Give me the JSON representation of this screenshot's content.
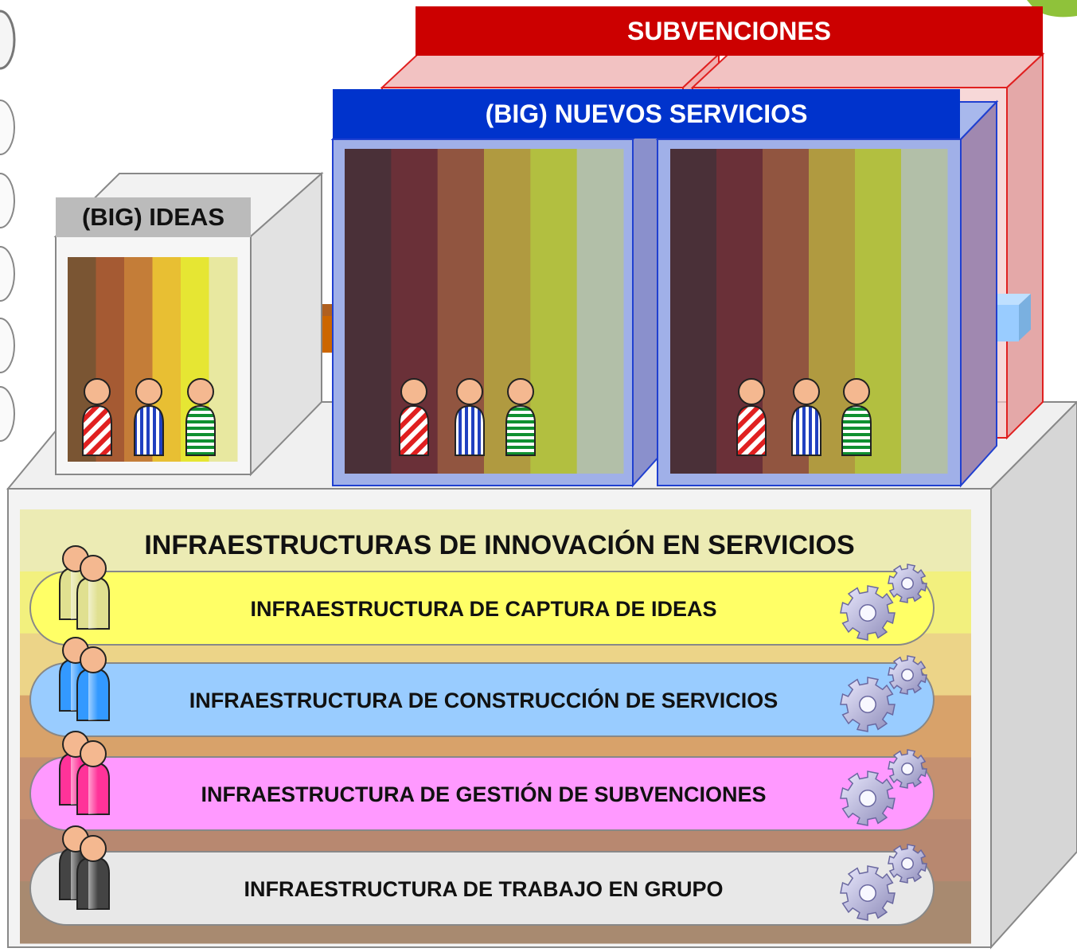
{
  "titles": {
    "subvenciones": "SUBVENCIONES",
    "nuevos_servicios": "(BIG) NUEVOS SERVICIOS",
    "ideas": "(BIG) IDEAS",
    "infraestructuras": "INFRAESTRUCTURAS DE INNOVACIÓN EN SERVICIOS"
  },
  "bands": [
    {
      "label": "INFRAESTRUCTURA DE CAPTURA DE IDEAS",
      "color": "#ffff66",
      "person_color": "#e0e090"
    },
    {
      "label": "INFRAESTRUCTURA DE CONSTRUCCIÓN DE SERVICIOS",
      "color": "#99ccff",
      "person_color": "#3399ff"
    },
    {
      "label": "INFRAESTRUCTURA DE GESTIÓN DE SUBVENCIONES",
      "color": "#ff99ff",
      "person_color": "#ff3399"
    },
    {
      "label": "INFRAESTRUCTURA DE TRABAJO EN GRUPO",
      "color": "#e8e8e8",
      "person_color": "#444444"
    }
  ],
  "colors": {
    "subvenciones": "#cc0000",
    "nuevos_servicios": "#0033cc",
    "ideas_header": "#bbbbbb",
    "ideas_stripes": [
      "#7a5533",
      "#a55a33",
      "#c47d38",
      "#e8bf33",
      "#e6e633",
      "#e8e8a0"
    ],
    "servicios_stripes": [
      "#4a3038",
      "#6a3038",
      "#915540",
      "#b09a40",
      "#b2bf40",
      "#b2bfa8"
    ],
    "platform_stripes": [
      "#ecebb4",
      "#f2f07e",
      "#ecd488",
      "#d8a26a",
      "#c59070",
      "#b88870",
      "#a88a70"
    ],
    "shirt_patterns": [
      "red-stripes",
      "blue-stripes",
      "green-stripes"
    ]
  },
  "icons": [
    "person-group-icon",
    "gear-icon",
    "person-striped-icon"
  ]
}
